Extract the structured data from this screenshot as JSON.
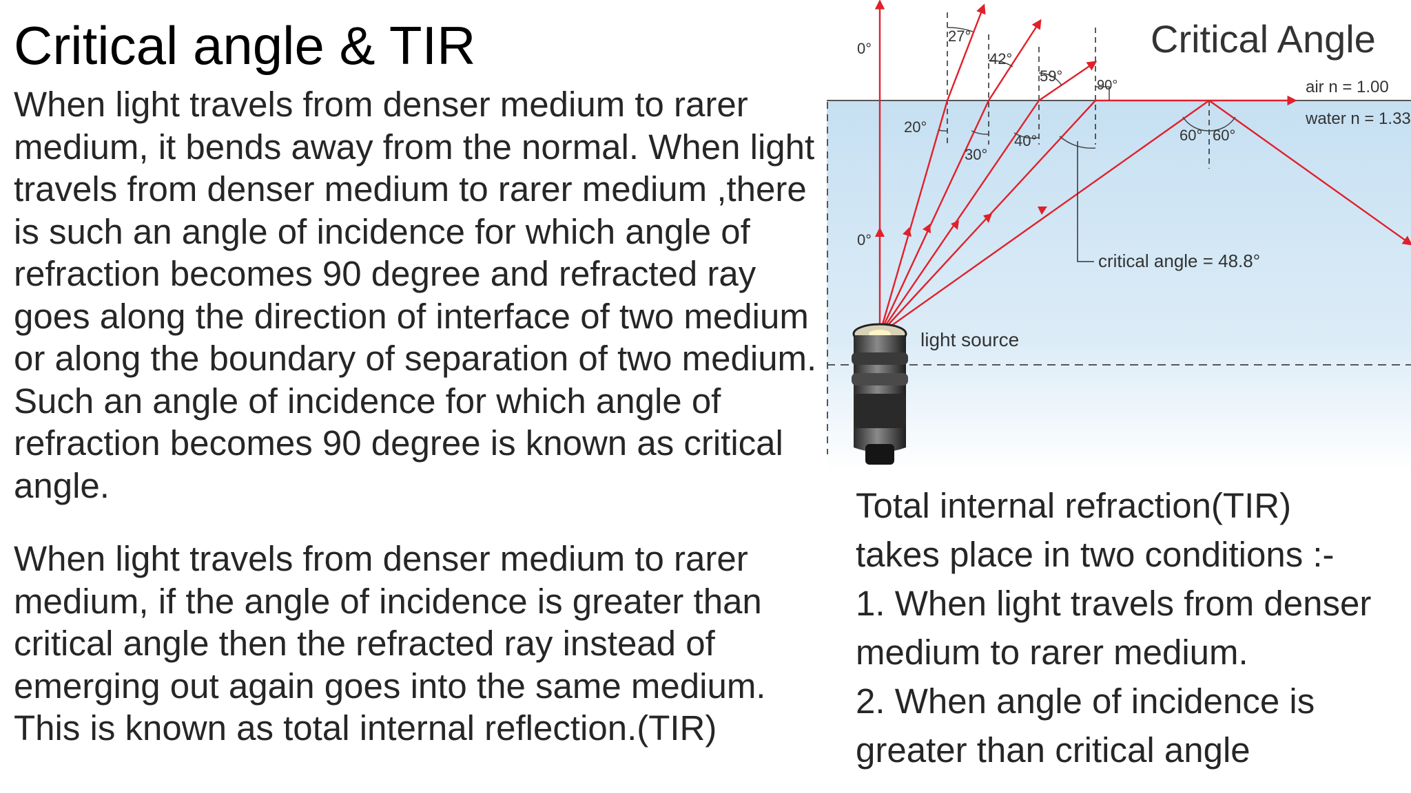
{
  "title": "Critical angle & TIR",
  "paragraphs": {
    "critical_angle": [
      "When light travels from denser medium to rarer",
      "medium, it bends away from the normal. When light",
      "travels from denser medium to rarer medium ,there",
      "is such an angle of incidence for which angle of",
      "refraction becomes 90 degree and refracted ray",
      "goes along the direction of interface of two medium",
      "or along the boundary of separation of two medium.",
      "Such an angle of incidence for which angle of",
      "refraction becomes 90 degree is known as critical",
      "angle."
    ],
    "tir": [
      "When light travels from denser medium to rarer",
      "medium, if the angle of incidence is greater than",
      "critical angle then the refracted ray instead of",
      "emerging out again goes into the same medium.",
      "This is known as total internal reflection.(TIR)"
    ]
  },
  "conditions": [
    "Total internal refraction(TIR)",
    "takes place in two conditions :-",
    "1. When light travels from denser",
    "medium to rarer medium.",
    "2. When angle of incidence is",
    "greater than critical angle"
  ],
  "diagram": {
    "title": "Critical Angle",
    "air_label": "air n = 1.00",
    "water_label": "water n = 1.33",
    "critical_label": "critical angle = 48.8°",
    "source_label": "light source",
    "refracted_angles": [
      "0°",
      "27°",
      "42°",
      "59°",
      "90°"
    ],
    "incident_angles": [
      "0°",
      "20°",
      "30°",
      "40°"
    ],
    "reflection_angles": [
      "60°",
      "60°"
    ],
    "colors": {
      "ray": "#e0202a",
      "water_top": "#c6e0f2",
      "water_bottom": "#ffffff",
      "interface": "#555555"
    }
  }
}
